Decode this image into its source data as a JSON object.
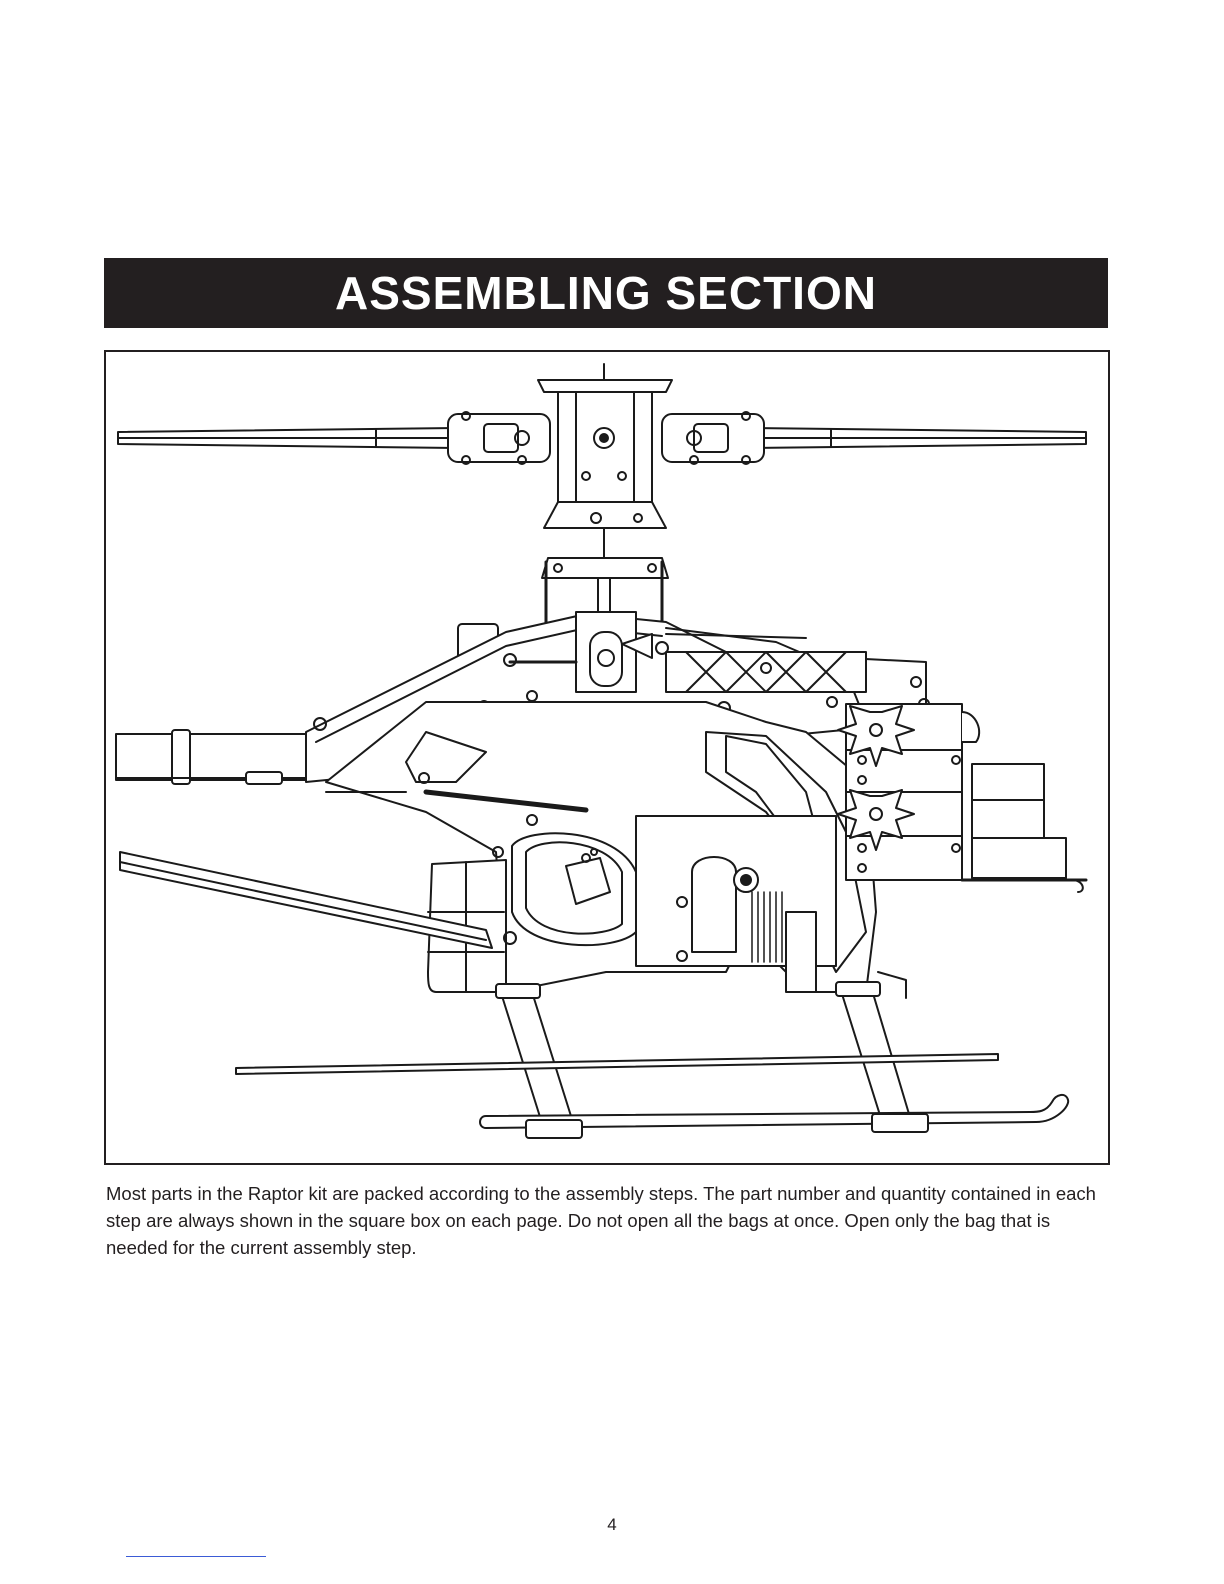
{
  "section": {
    "title": "ASSEMBLING SECTION"
  },
  "figure": {
    "subject": "helicopter-side-view-illustration"
  },
  "body": {
    "intro_text": "Most parts in the Raptor kit are packed according to the assembly steps. The part number and quantity contained in each step are always shown in the square box on each page. Do not open all the bags at once. Open only the bag that is needed for the current assembly step."
  },
  "footer": {
    "page_number": "4"
  },
  "colors": {
    "banner_background": "#231f20",
    "banner_text": "#ffffff",
    "line_art": "#1a1a1a",
    "footer_rule": "#3b5bd6"
  }
}
